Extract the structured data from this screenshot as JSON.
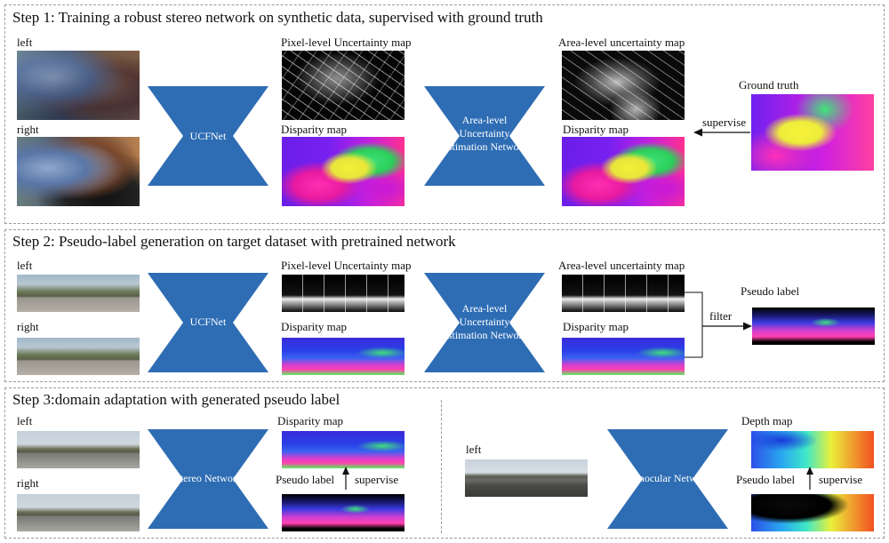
{
  "step1": {
    "title": "Step 1: Training a robust stereo network on synthetic data, supervised with ground truth",
    "left_label": "left",
    "right_label": "right",
    "net1": "UCFNet",
    "pixel_unc": "Pixel-level Uncertainty map",
    "disp1": "Disparity map",
    "net2_lines": [
      "Area-level",
      "Uncertainty",
      "Estimation Network"
    ],
    "area_unc": "Area-level uncertainty map",
    "disp2": "Disparity map",
    "gt": "Ground truth",
    "supervise": "supervise"
  },
  "step2": {
    "title": "Step 2: Pseudo-label generation on target dataset with pretrained network",
    "left_label": "left",
    "right_label": "right",
    "net1": "UCFNet",
    "pixel_unc": "Pixel-level Uncertainty map",
    "disp1": "Disparity map",
    "net2_lines": [
      "Area-level",
      "Uncertainty",
      "Estimation Network"
    ],
    "area_unc": "Area-level uncertainty map",
    "disp2": "Disparity map",
    "pseudo": "Pseudo label",
    "filter": "filter"
  },
  "step3": {
    "title": "Step 3:domain adaptation with generated pseudo label",
    "left_label": "left",
    "right_label": "right",
    "stereo_net": "Stereo Network",
    "disp": "Disparity map",
    "pseudo_label": "Pseudo label",
    "supervise": "supervise",
    "mono_left": "left",
    "mono_net": "Monocular Network",
    "depth": "Depth map",
    "mono_pseudo": "Pseudo label",
    "mono_supervise": "supervise"
  },
  "colors": {
    "network": "#2e6db4",
    "dashed_border": "#9a9a9a",
    "arrow": "#111111"
  }
}
